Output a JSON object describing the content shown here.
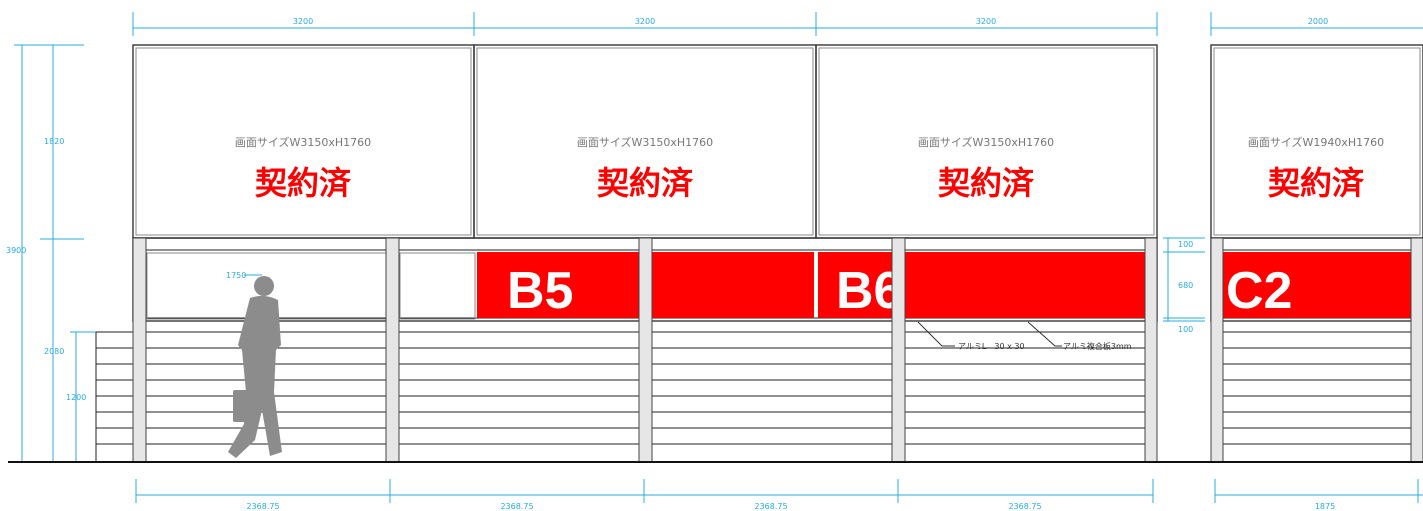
{
  "top_dimensions": [
    "3200",
    "3200",
    "3200",
    "2000"
  ],
  "bottom_dimensions": [
    "2368.75",
    "2368.75",
    "2368.75",
    "2368.75",
    "1875"
  ],
  "vertical_dimensions": {
    "total": "3900",
    "upper": "1820",
    "lower": "2080",
    "fence": "1200",
    "person": "1750",
    "band_top": "100",
    "band_mid": "680",
    "band_bottom": "100"
  },
  "screens": [
    {
      "size": "画面サイズW3150xH1760",
      "status": "契約済"
    },
    {
      "size": "画面サイズW3150xH1760",
      "status": "契約済"
    },
    {
      "size": "画面サイズW3150xH1760",
      "status": "契約済"
    },
    {
      "size": "画面サイズW1940xH1760",
      "status": "契約済"
    }
  ],
  "banners": [
    "B5",
    "B6",
    "C2"
  ],
  "annotations": {
    "angle": "アルミL　30 x 30",
    "panel": "アルミ複合板3mm"
  },
  "colors": {
    "dimension": "#29abe2",
    "banner": "#ff0000",
    "contract_text": "#ff0000",
    "person": "#8c8c8c"
  }
}
